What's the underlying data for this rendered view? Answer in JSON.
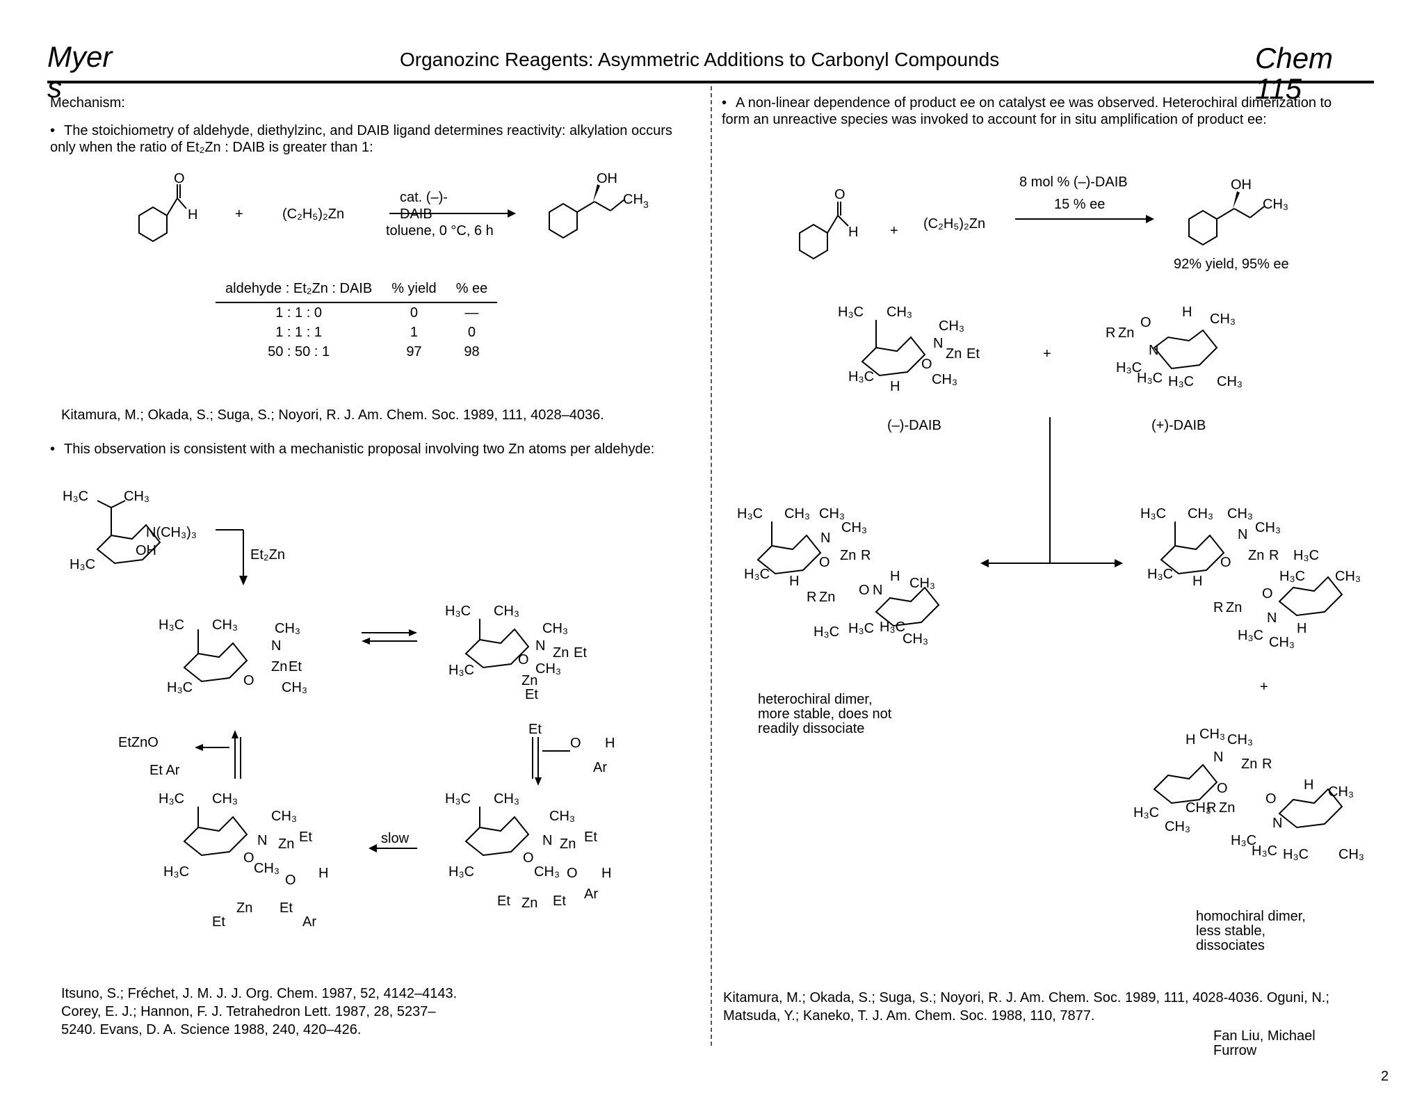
{
  "header": {
    "left": "Myers",
    "title": "Organozinc Reagents: Asymmetric Additions to Carbonyl Compounds",
    "right": "Chem 115"
  },
  "left": {
    "heading": "Mechanism:",
    "bullet1": "The stoichiometry of aldehyde, diethylzinc, and DAIB ligand determines reactivity: alkylation occurs only when the ratio of Et₂Zn : DAIB is greater than 1:",
    "rxn1": {
      "reagent": "(C₂H₅)₂Zn",
      "plus": "+",
      "cond_top": "cat. (–)-DAIB",
      "cond_bottom": "toluene, 0 °C, 6 h"
    },
    "table": {
      "headers": [
        "aldehyde : Et₂Zn : DAIB",
        "% yield",
        "% ee"
      ],
      "rows": [
        [
          "1 : 1 : 0",
          "0",
          "—"
        ],
        [
          "1 : 1 : 1",
          "1",
          "0"
        ],
        [
          "50 : 50 : 1",
          "97",
          "98"
        ]
      ]
    },
    "ref1": "Kitamura, M.; Okada, S.; Suga, S.; Noyori, R. J. Am. Chem. Soc. 1989, 111, 4028–4036.",
    "bullet2": "This observation is consistent with a mechanistic proposal involving two Zn atoms per aldehyde:",
    "mech": {
      "reagent_et2zn": "Et₂Zn",
      "slow": "slow",
      "product": "EtZnO",
      "product_sub": "Et Ar"
    },
    "ref2_line1": "Itsuno, S.; Fréchet, J. M. J. J. Org. Chem. 1987, 52, 4142–4143.",
    "ref2_line2": "Corey, E. J.; Hannon, F. J. Tetrahedron Lett. 1987, 28, 5237–",
    "ref2_line3": "5240. Evans, D. A. Science 1988, 240, 420–426."
  },
  "right": {
    "bullet": "A non-linear dependence of product ee on catalyst ee was observed. Heterochiral dimerization to form an unreactive species was invoked to account for in situ amplification of product ee:",
    "rxn": {
      "cond_top": "8 mol % (–)-DAIB",
      "cond_bottom": "15 % ee",
      "reagent": "(C₂H₅)₂Zn",
      "yield": "92% yield, 95% ee"
    },
    "labels": {
      "minus_daib": "(–)-DAIB",
      "plus_daib": "(+)-DAIB",
      "plus": "+"
    },
    "hetero_caption": "heterochiral dimer,\nmore stable, does not\nreadily dissociate",
    "homo_caption": "homochiral dimer,\nless stable,\ndissociates",
    "ref_line1": "Kitamura, M.; Okada, S.; Suga, S.; Noyori, R. J. Am. Chem. Soc. 1989, 111, 4028-4036. Oguni, N.;",
    "ref_line2": "Matsuda, Y.; Kaneko, T. J. Am. Chem. Soc. 1988, 110, 7877.",
    "authors": "Fan Liu, Michael\nFurrow"
  },
  "page_number": "2"
}
